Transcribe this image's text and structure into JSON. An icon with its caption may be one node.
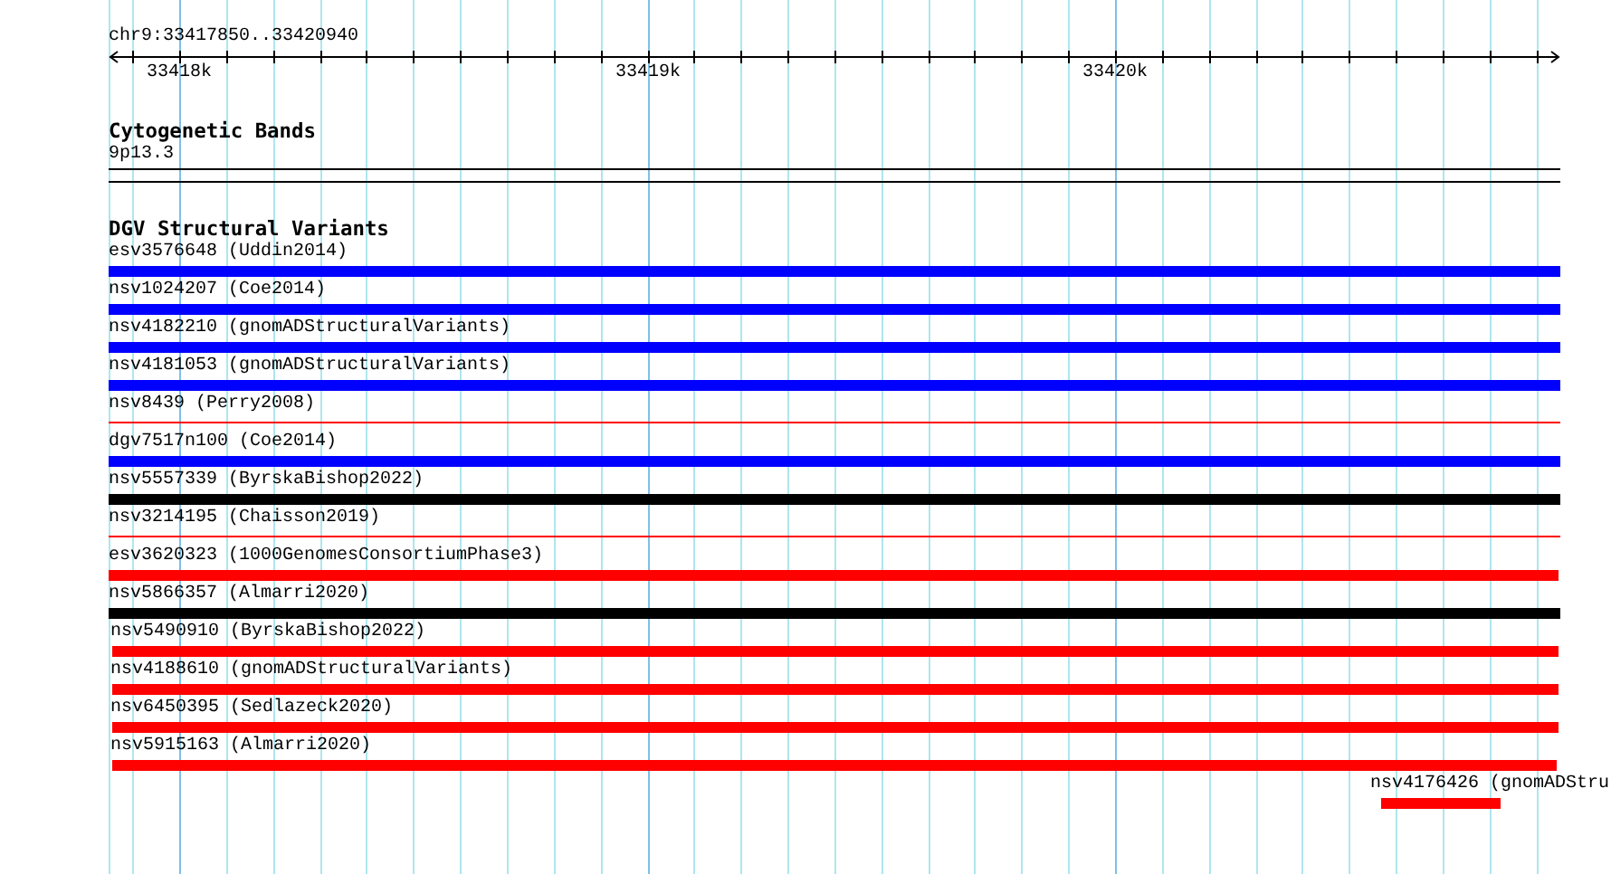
{
  "diagram": {
    "nodes": [
      {
        "text": [
          "esv3576648 (Uddin2014)"
        ]
      },
      {
        "text": [
          "nsv1024207 (Coe2014)"
        ]
      },
      {
        "text": [
          "nsv4182210 (gnomADStructuralVariants)"
        ]
      },
      {
        "text": [
          "nsv4181053 (gnomADStructuralVariants)"
        ]
      },
      {
        "text": [
          "nsv8439 (Perry2008)"
        ]
      },
      {
        "text": [
          "dgv7517n100 (Coe2014)"
        ]
      },
      {
        "text": [
          "nsv5557339 (ByrskaBishop2022)"
        ]
      },
      {
        "text": [
          "nsv3214195 (Chaisson2019)"
        ]
      },
      {
        "text": [
          "esv3620323 (1000GenomesConsortiumPhase3)"
        ]
      },
      {
        "text": [
          "nsv5866357 (Almarri2020)"
        ]
      },
      {
        "text": [
          "nsv5490910 (ByrskaBishop2022)"
        ]
      },
      {
        "text": [
          "nsv4188610 (gnomADStructuralVariants)"
        ]
      },
      {
        "text": [
          "nsv6450395 (Sedlazeck2020)"
        ]
      },
      {
        "text": [
          "nsv5915163 (Almarri2020)"
        ]
      },
      {
        "text": [
          "nsv4176426 (gnomADStru"
        ]
      }
    ],
    "labels": [
      "chr9:33417850..33420940",
      "33418k",
      "33419k",
      "33420k",
      "Cytogenetic Bands",
      "9p13.3",
      "DGV Structural Variants"
    ]
  }
}
